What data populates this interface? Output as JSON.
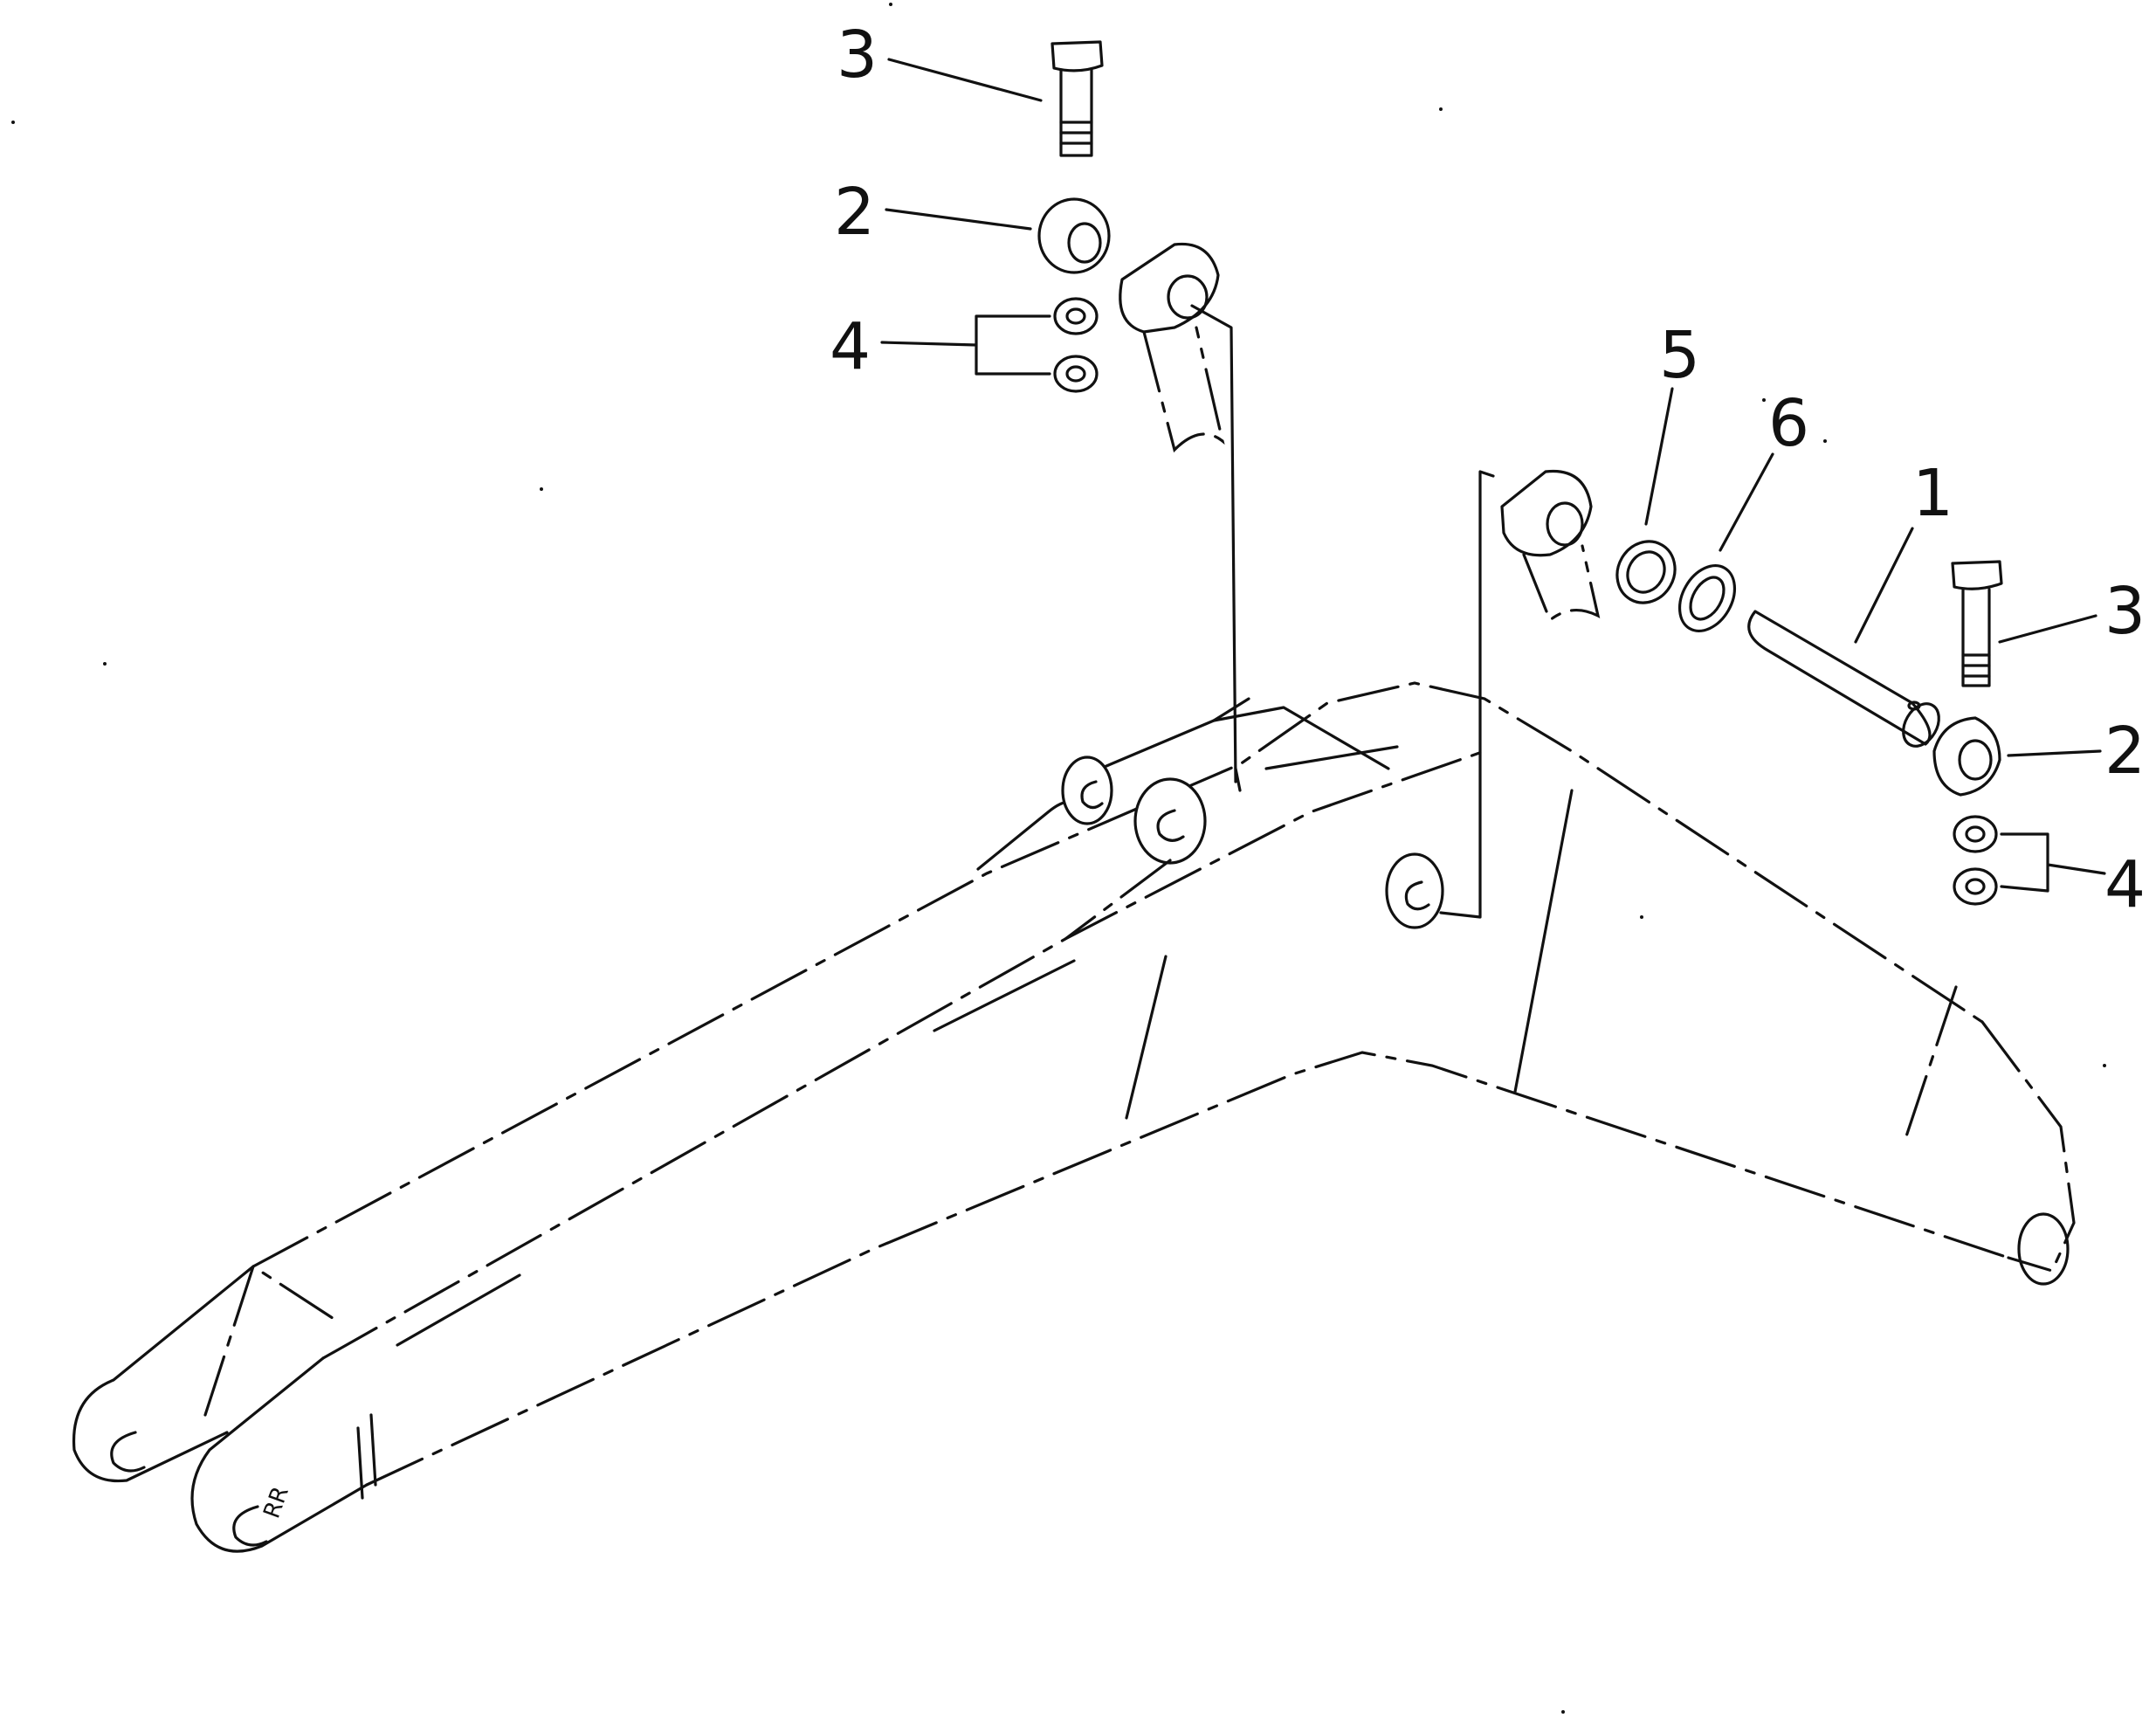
{
  "callouts": {
    "bolt_top": "3",
    "collar_top": "2",
    "spacer_top": "4",
    "shim_a": "5",
    "shim_b": "6",
    "pin": "1",
    "bolt_right": "3",
    "collar_right": "2",
    "spacer_right": "4"
  },
  "boom_stamp": "RR",
  "colors": {
    "line": "#111111",
    "background": "#ffffff"
  }
}
